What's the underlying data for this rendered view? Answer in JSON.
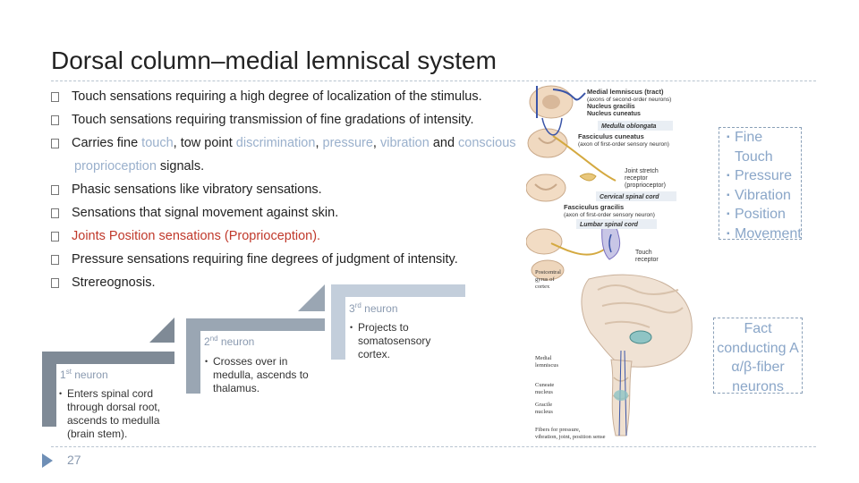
{
  "title": "Dorsal column–medial lemniscal system",
  "bullets": [
    {
      "parts": [
        {
          "t": "Touch sensations requiring a high degree of localization of the stimulus.",
          "c": ""
        }
      ]
    },
    {
      "parts": [
        {
          "t": "Touch sensations requiring transmission of fine gradations of intensity.",
          "c": ""
        }
      ]
    },
    {
      "parts": [
        {
          "t": "Carries fine ",
          "c": ""
        },
        {
          "t": "touch",
          "c": "hl"
        },
        {
          "t": ", tow point ",
          "c": ""
        },
        {
          "t": "discrimination",
          "c": "hl"
        },
        {
          "t": ", ",
          "c": ""
        },
        {
          "t": "pressure",
          "c": "hl"
        },
        {
          "t": ", ",
          "c": ""
        },
        {
          "t": "vibration",
          "c": "hl"
        },
        {
          "t": " and ",
          "c": ""
        },
        {
          "t": "conscious",
          "c": "hl"
        }
      ]
    },
    {
      "parts": [
        {
          "t": "proprioception",
          "c": "hl"
        },
        {
          "t": " signals.",
          "c": ""
        }
      ],
      "continuation": true
    },
    {
      "parts": [
        {
          "t": "Phasic sensations like vibratory sensations.",
          "c": ""
        }
      ]
    },
    {
      "parts": [
        {
          "t": "Sensations that signal movement against skin.",
          "c": ""
        }
      ]
    },
    {
      "parts": [
        {
          "t": "Joints Position sensations (Proprioception).",
          "c": "red"
        }
      ]
    },
    {
      "parts": [
        {
          "t": "Pressure sensations requiring fine degrees of judgment of intensity.",
          "c": ""
        }
      ]
    },
    {
      "parts": [
        {
          "t": "Strereognosis.",
          "c": ""
        }
      ]
    }
  ],
  "diagram_labels": {
    "medial_lemniscus": "Medial lemniscus (tract)",
    "axons_second": "(axons of second-order neurons)",
    "nucleus_gracilis": "Nucleus gracilis",
    "nucleus_cuneatus": "Nucleus cuneatus",
    "medulla_oblongata": "Medulla oblongata",
    "fasciculus_cuneatus": "Fasciculus cuneatus",
    "axon_first": "(axon of first-order sensory neuron)",
    "joint_stretch": "Joint stretch",
    "receptor": "receptor",
    "proprioceptor": "(proprioceptor)",
    "cervical_cord": "Cervical spinal cord",
    "fasciculus_gracilis": "Fasciculus gracilis",
    "axon_first_2": "(axon of first-order sensory neuron)",
    "lumbar_cord": "Lumbar spinal cord",
    "touch": "Touch",
    "touch_receptor": "receptor",
    "postcentral": "Postcentral",
    "gyrus_of": "gyrus of",
    "cortex": "cortex",
    "medial": "Medial",
    "lemniscus": "lemniscus",
    "cuneate": "Cuneate",
    "nucleus1": "nucleus",
    "gracile": "Gracile",
    "nucleus2": "nucleus",
    "fibers1": "Fibers for pressure,",
    "fibers2": "vibration, joint, position sense"
  },
  "sensation_list": [
    "Fine Touch",
    "Pressure",
    "Vibration",
    "Position",
    "Movement"
  ],
  "fact_box": "Fact conducting A α/β-fiber neurons",
  "neurons": [
    {
      "ord": "1",
      "sup": "st",
      "label": " neuron",
      "desc": "Enters spinal cord through dorsal root, ascends to medulla (brain stem)."
    },
    {
      "ord": "2",
      "sup": "nd",
      "label": " neuron",
      "desc": "Crosses over in medulla, ascends to thalamus."
    },
    {
      "ord": "3",
      "sup": "rd",
      "label": " neuron",
      "desc": "Projects to somatosensory cortex."
    }
  ],
  "page_number": "27",
  "colors": {
    "accent": "#9ab0cc",
    "red": "#c0392b",
    "step": "#7f8a96",
    "step_light": "#c3cedb"
  }
}
